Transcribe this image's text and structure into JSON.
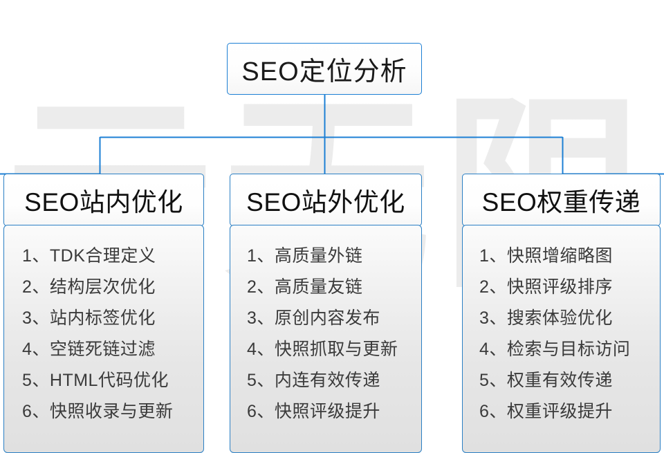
{
  "diagram": {
    "root": {
      "label": "SEO定位分析"
    },
    "watermark": {
      "text": "云无限"
    },
    "accent_color": "#2a7fc4",
    "columns": [
      {
        "header": "SEO站内优化",
        "items": [
          "1、TDK合理定义",
          "2、结构层次优化",
          "3、站内标签优化",
          "4、空链死链过滤",
          "5、HTML代码优化",
          "6、快照收录与更新"
        ]
      },
      {
        "header": "SEO站外优化",
        "items": [
          "1、高质量外链",
          "2、高质量友链",
          "3、原创内容发布",
          "4、快照抓取与更新",
          "5、内连有效传递",
          "6、快照评级提升"
        ]
      },
      {
        "header": "SEO权重传递",
        "items": [
          "1、快照增缩略图",
          "2、快照评级排序",
          "3、搜索体验优化",
          "4、检索与目标访问",
          "5、权重有效传递",
          "6、权重评级提升"
        ]
      }
    ]
  }
}
